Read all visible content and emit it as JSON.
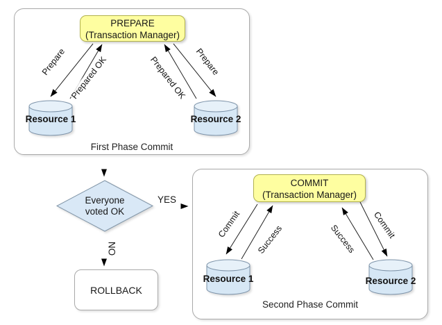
{
  "colors": {
    "manager_fill": "#FEFEA0",
    "manager_border": "#B2B24E",
    "resource_fill": "#D6E7F5",
    "resource_top_fill": "#E7F1F9",
    "resource_border": "#7D93A9",
    "decision_fill": "#D9E8F6",
    "decision_border": "#8296A8",
    "container_border": "#A9A9A9",
    "line": "#222222"
  },
  "phase1": {
    "caption": "First Phase Commit",
    "manager": {
      "title": "PREPARE",
      "subtitle": "(Transaction Manager)"
    },
    "resources": [
      {
        "label": "Resource 1"
      },
      {
        "label": "Resource 2"
      }
    ],
    "edges": [
      {
        "label": "Prepare"
      },
      {
        "label": "Prepared OK"
      },
      {
        "label": "Prepared OK"
      },
      {
        "label": "Prepare"
      }
    ]
  },
  "decision": {
    "text_line1": "Everyone",
    "text_line2": "voted OK"
  },
  "branches": {
    "yes": "YES",
    "no": "NO"
  },
  "rollback": {
    "label": "ROLLBACK"
  },
  "phase2": {
    "caption": "Second Phase Commit",
    "manager": {
      "title": "COMMIT",
      "subtitle": "(Transaction Manager)"
    },
    "resources": [
      {
        "label": "Resource 1"
      },
      {
        "label": "Resource 2"
      }
    ],
    "edges": [
      {
        "label": "Commit"
      },
      {
        "label": "Success"
      },
      {
        "label": "Success"
      },
      {
        "label": "Commit"
      }
    ]
  }
}
